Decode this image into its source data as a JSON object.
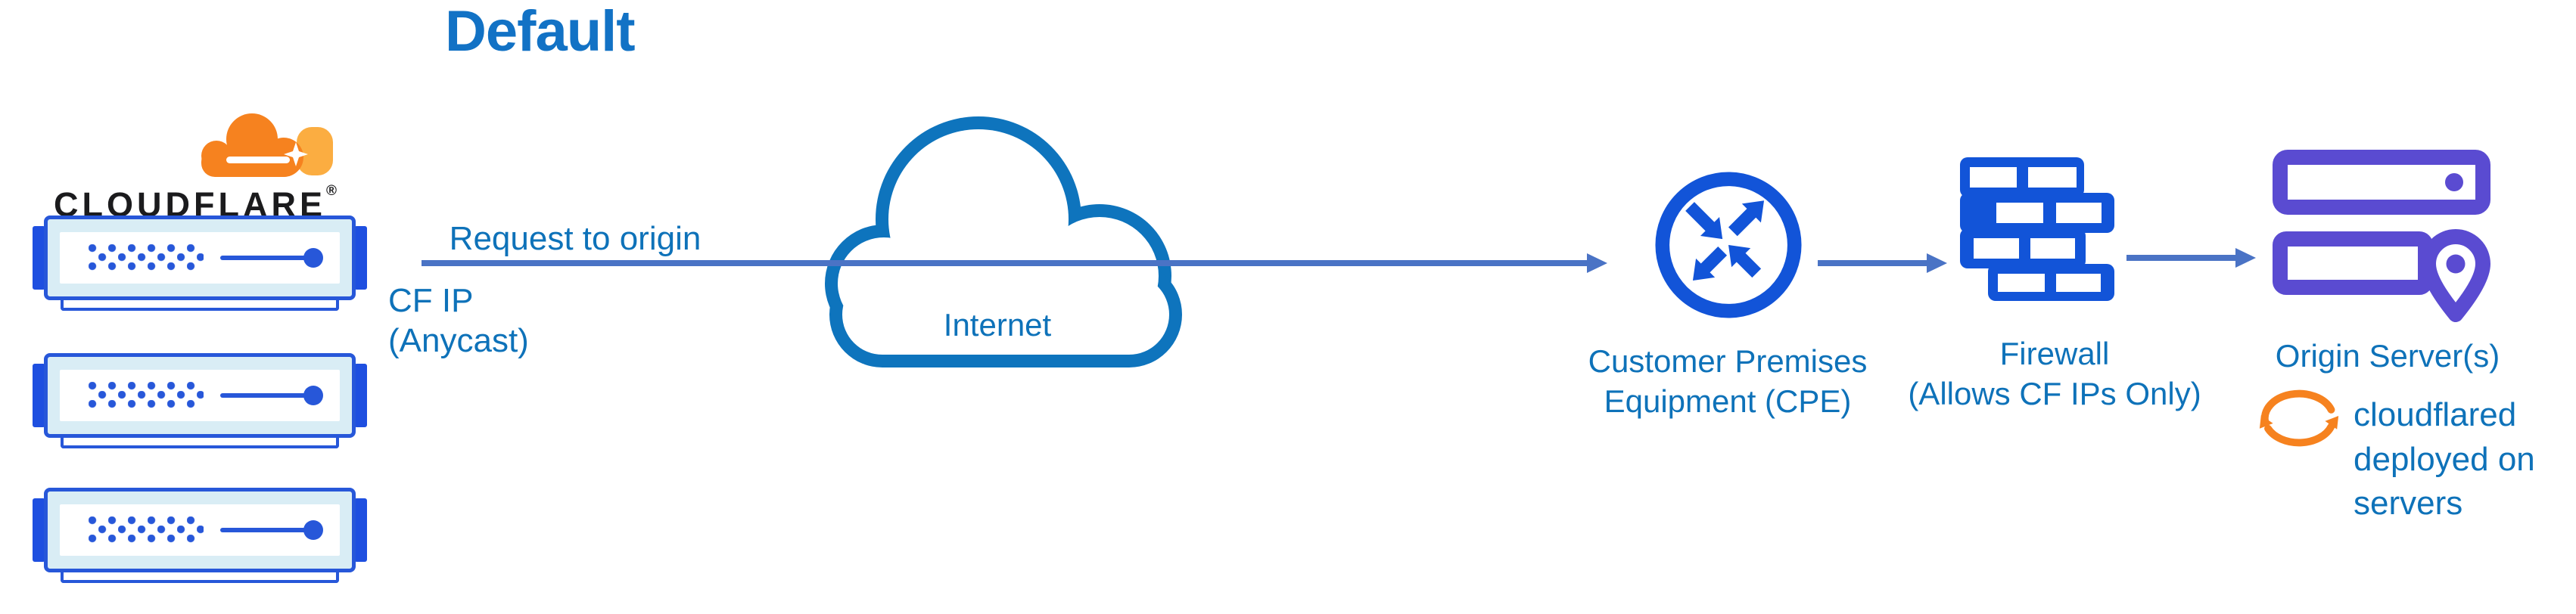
{
  "diagram_title": "Default",
  "logo": {
    "wordmark": "CLOUDFLARE",
    "registered": "®"
  },
  "edge_labels": {
    "request_to_origin": "Request to origin",
    "cf_ip_line1": "CF IP",
    "cf_ip_line2": "(Anycast)"
  },
  "nodes": {
    "cloudflare_network": {
      "label": "CLOUDFLARE",
      "server_count": 3
    },
    "internet": {
      "label": "Internet"
    },
    "cpe": {
      "label_line1": "Customer Premises",
      "label_line2": "Equipment (CPE)"
    },
    "firewall": {
      "label_line1": "Firewall",
      "label_line2": "(Allows CF IPs Only)"
    },
    "origin": {
      "label": "Origin Server(s)",
      "note_line1": "cloudflared",
      "note_line2": "deployed on",
      "note_line3": "servers"
    }
  },
  "icons": {
    "cloudflare-logo-cloud": "orange cloud logo",
    "edge-server": "blue rack server with dot matrix",
    "internet-cloud": "blue outlined cloud",
    "router": "circle with four crossing arrows",
    "firewall": "blue brick wall",
    "origin-servers": "purple stacked servers with location pin",
    "sync-arrows": "orange circular arrows"
  },
  "colors": {
    "title_blue": "#1272c5",
    "text_blue": "#0e72b9",
    "arrow_blue": "#4a73c5",
    "icon_blue": "#1254d8",
    "cloud_outline_blue": "#0e74bd",
    "server_blue": "#2757d9",
    "server_bezel": "#d9edf5",
    "origin_purple": "#5a4bd1",
    "orange": "#f6821f",
    "orange_light": "#fbad41",
    "wordmark_black": "#1b1b1d"
  }
}
